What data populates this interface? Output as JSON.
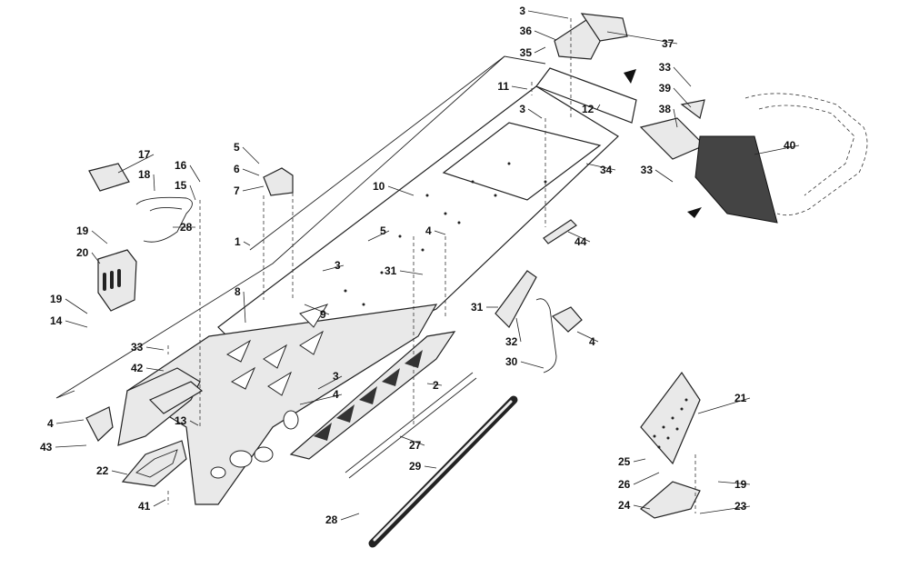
{
  "callouts": [
    {
      "id": "c3a",
      "label": "3"
    },
    {
      "id": "c36",
      "label": "36"
    },
    {
      "id": "c37",
      "label": "37"
    },
    {
      "id": "c35",
      "label": "35"
    },
    {
      "id": "c33a",
      "label": "33"
    },
    {
      "id": "c39",
      "label": "39"
    },
    {
      "id": "c38",
      "label": "38"
    },
    {
      "id": "c11",
      "label": "11"
    },
    {
      "id": "c12",
      "label": "12"
    },
    {
      "id": "c3b",
      "label": "3"
    },
    {
      "id": "c40",
      "label": "40"
    },
    {
      "id": "c34",
      "label": "34"
    },
    {
      "id": "c33b",
      "label": "33"
    },
    {
      "id": "c17",
      "label": "17"
    },
    {
      "id": "c16",
      "label": "16"
    },
    {
      "id": "c18",
      "label": "18"
    },
    {
      "id": "c15",
      "label": "15"
    },
    {
      "id": "c5a",
      "label": "5"
    },
    {
      "id": "c6",
      "label": "6"
    },
    {
      "id": "c7",
      "label": "7"
    },
    {
      "id": "c10",
      "label": "10"
    },
    {
      "id": "c28a",
      "label": "28"
    },
    {
      "id": "c19a",
      "label": "19"
    },
    {
      "id": "c1",
      "label": "1"
    },
    {
      "id": "c5b",
      "label": "5"
    },
    {
      "id": "c4a",
      "label": "4"
    },
    {
      "id": "c44",
      "label": "44"
    },
    {
      "id": "c20",
      "label": "20"
    },
    {
      "id": "c3c",
      "label": "3"
    },
    {
      "id": "c31a",
      "label": "31"
    },
    {
      "id": "c8",
      "label": "8"
    },
    {
      "id": "c19b",
      "label": "19"
    },
    {
      "id": "c9",
      "label": "9"
    },
    {
      "id": "c31b",
      "label": "31"
    },
    {
      "id": "c14",
      "label": "14"
    },
    {
      "id": "c32",
      "label": "32"
    },
    {
      "id": "c4b",
      "label": "4"
    },
    {
      "id": "c33c",
      "label": "33"
    },
    {
      "id": "c42",
      "label": "42"
    },
    {
      "id": "c30",
      "label": "30"
    },
    {
      "id": "c3d",
      "label": "3"
    },
    {
      "id": "c2",
      "label": "2"
    },
    {
      "id": "c4c",
      "label": "4"
    },
    {
      "id": "c21",
      "label": "21"
    },
    {
      "id": "c4d",
      "label": "4"
    },
    {
      "id": "c13",
      "label": "13"
    },
    {
      "id": "c43",
      "label": "43"
    },
    {
      "id": "c27",
      "label": "27"
    },
    {
      "id": "c25",
      "label": "25"
    },
    {
      "id": "c22",
      "label": "22"
    },
    {
      "id": "c29",
      "label": "29"
    },
    {
      "id": "c26",
      "label": "26"
    },
    {
      "id": "c19c",
      "label": "19"
    },
    {
      "id": "c41",
      "label": "41"
    },
    {
      "id": "c24",
      "label": "24"
    },
    {
      "id": "c23",
      "label": "23"
    },
    {
      "id": "c28b",
      "label": "28"
    }
  ]
}
